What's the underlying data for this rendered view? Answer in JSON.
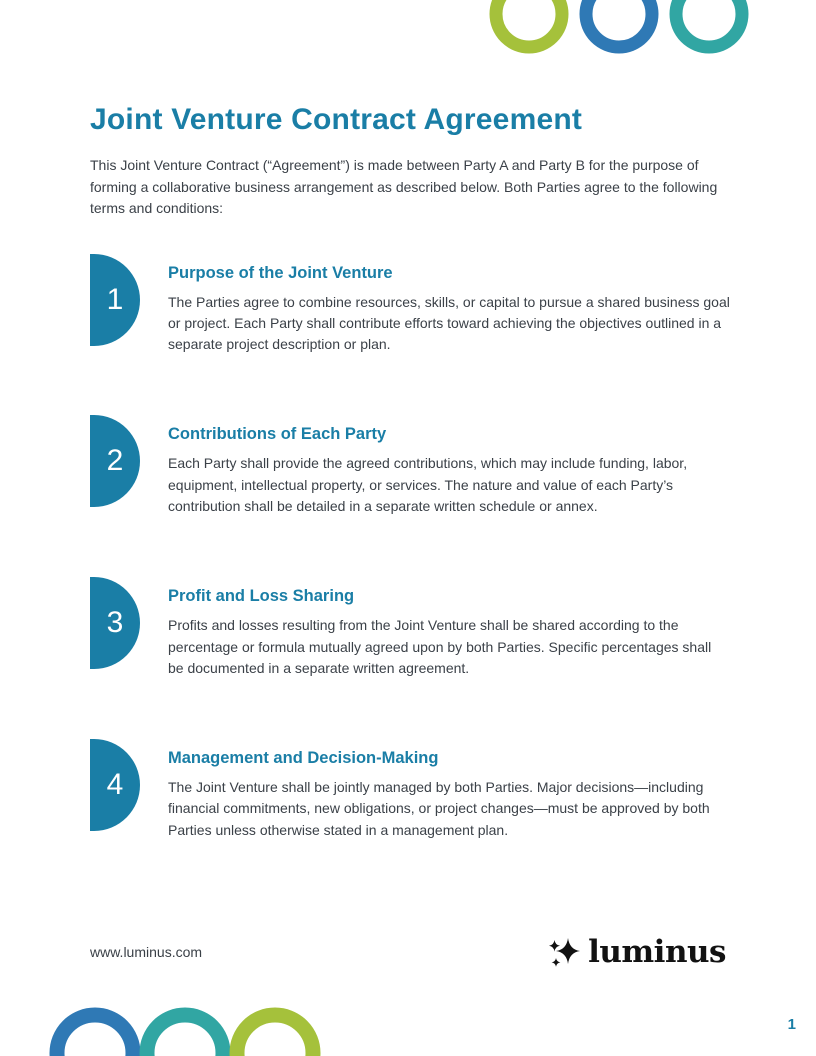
{
  "page": {
    "title": "Joint Venture Contract Agreement",
    "intro": "This Joint Venture Contract (“Agreement”) is made between Party A and Party B for the purpose of forming a collaborative business arrangement as described below. Both Parties agree to the following terms and conditions:",
    "page_number": "1"
  },
  "sections": [
    {
      "number": "1",
      "heading": "Purpose of the Joint Venture",
      "body": "The Parties agree to combine resources, skills, or capital to pursue a shared business goal or project. Each Party shall contribute efforts toward achieving the objectives outlined in a separate project description or plan."
    },
    {
      "number": "2",
      "heading": "Contributions of Each Party",
      "body": "Each Party shall provide the agreed contributions, which may include funding, labor, equipment, intellectual property, or services. The nature and value of each Party’s contribution shall be detailed in a separate written schedule or annex."
    },
    {
      "number": "3",
      "heading": "Profit and Loss Sharing",
      "body": "Profits and losses resulting from the Joint Venture shall be shared according to the percentage or formula mutually agreed upon by both Parties. Specific percentages shall be documented in a separate written agreement."
    },
    {
      "number": "4",
      "heading": "Management and Decision-Making",
      "body": "The Joint Venture shall be jointly managed by both Parties. Major decisions—including financial commitments, new obligations, or project changes—must be approved by both Parties unless otherwise stated in a management plan."
    }
  ],
  "footer": {
    "website": "www.luminus.com",
    "brand": "luminus"
  },
  "icons": {
    "logo_sparkle": "✦"
  },
  "colors": {
    "accent_teal": "#1a7ea6",
    "ring_green": "#a5c13b",
    "ring_blue": "#2f79b5",
    "ring_teal": "#31a6a3",
    "body_text": "#3b4148",
    "logo_black": "#121212"
  }
}
